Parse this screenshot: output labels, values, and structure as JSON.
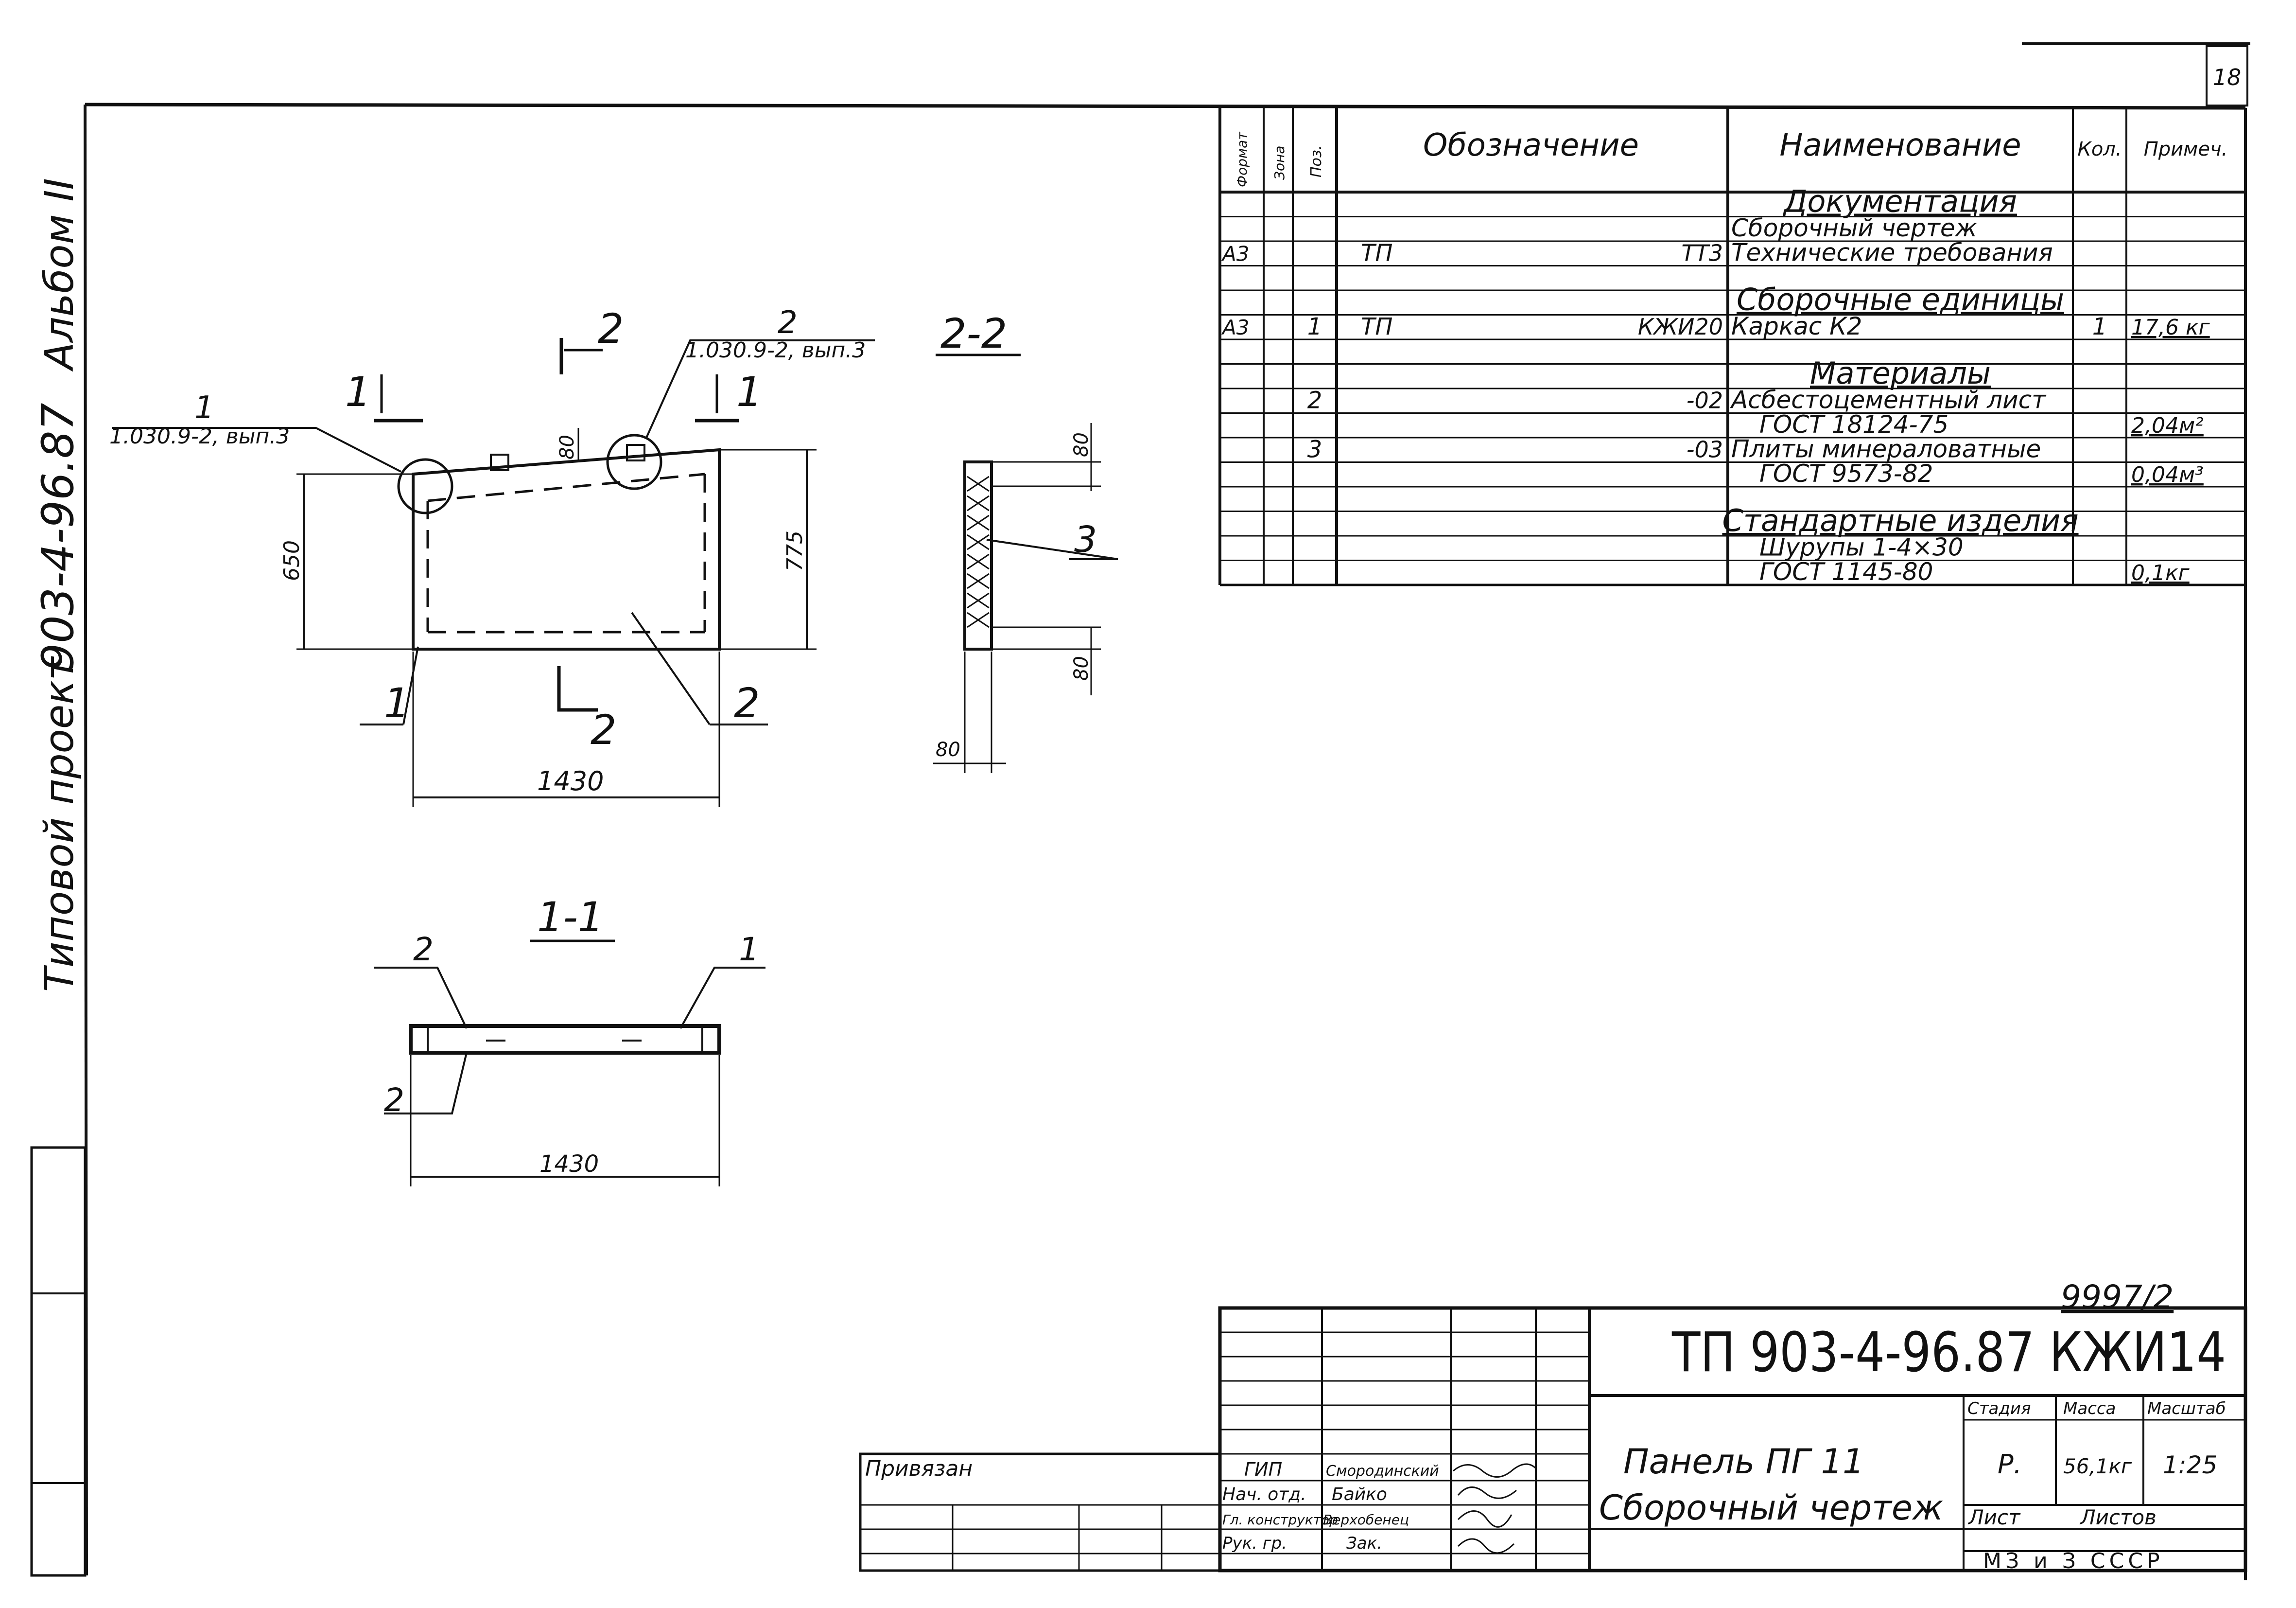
{
  "sheet": {
    "page_number": "18",
    "side_stamp": [
      "Альбом II",
      "903-4-96.87",
      "Типовой проект"
    ],
    "archive_number": "9997/2"
  },
  "drawing": {
    "section_2_2_title": "2-2",
    "section_1_1_title": "1-1",
    "cut_marker_1": "1",
    "cut_marker_2": "2",
    "callout_1_number": "1",
    "callout_1_ref": "1.030.9-2, вып.3",
    "callout_2_number": "2",
    "callout_2_ref": "1.030.9-2, вып.3",
    "pos_1": "1",
    "pos_2": "2",
    "pos_3": "3",
    "dim_650": "650",
    "dim_775": "775",
    "dim_80": "80",
    "dim_1430": "1430"
  },
  "spec_table": {
    "headers": [
      "Формат",
      "Зона",
      "Поз.",
      "Обозначение",
      "Наименование",
      "Кол.",
      "Примеч."
    ],
    "rows": [
      {
        "format": "",
        "zone": "",
        "pos": "",
        "code": "",
        "code_suffix": "",
        "name": "Документация",
        "qty": "",
        "note": "",
        "section": true
      },
      {
        "format": "",
        "zone": "",
        "pos": "",
        "code": "",
        "code_suffix": "",
        "name": "Сборочный чертеж",
        "qty": "",
        "note": ""
      },
      {
        "format": "А3",
        "zone": "",
        "pos": "",
        "code": "ТП",
        "code_suffix": "ТТ3",
        "name": "Технические требования",
        "qty": "",
        "note": ""
      },
      {
        "format": "",
        "zone": "",
        "pos": "",
        "code": "",
        "code_suffix": "",
        "name": "",
        "qty": "",
        "note": ""
      },
      {
        "format": "",
        "zone": "",
        "pos": "",
        "code": "",
        "code_suffix": "",
        "name": "Сборочные единицы",
        "qty": "",
        "note": "",
        "section": true
      },
      {
        "format": "А3",
        "zone": "",
        "pos": "1",
        "code": "ТП",
        "code_suffix": "КЖИ20",
        "name": "Каркас К2",
        "qty": "1",
        "note": "17,6 кг"
      },
      {
        "format": "",
        "zone": "",
        "pos": "",
        "code": "",
        "code_suffix": "",
        "name": "",
        "qty": "",
        "note": ""
      },
      {
        "format": "",
        "zone": "",
        "pos": "",
        "code": "",
        "code_suffix": "",
        "name": "Материалы",
        "qty": "",
        "note": "",
        "section": true
      },
      {
        "format": "",
        "zone": "",
        "pos": "2",
        "code": "",
        "code_suffix": "-02",
        "name": "Асбестоцементный лист",
        "qty": "",
        "note": ""
      },
      {
        "format": "",
        "zone": "",
        "pos": "",
        "code": "",
        "code_suffix": "",
        "name": "ГОСТ 18124-75",
        "qty": "",
        "note": "2,04м²",
        "indent": true
      },
      {
        "format": "",
        "zone": "",
        "pos": "3",
        "code": "",
        "code_suffix": "-03",
        "name": "Плиты минераловатные",
        "qty": "",
        "note": ""
      },
      {
        "format": "",
        "zone": "",
        "pos": "",
        "code": "",
        "code_suffix": "",
        "name": "ГОСТ 9573-82",
        "qty": "",
        "note": "0,04м³",
        "indent": true
      },
      {
        "format": "",
        "zone": "",
        "pos": "",
        "code": "",
        "code_suffix": "",
        "name": "",
        "qty": "",
        "note": ""
      },
      {
        "format": "",
        "zone": "",
        "pos": "",
        "code": "",
        "code_suffix": "",
        "name": "Стандартные изделия",
        "qty": "",
        "note": "",
        "section": true
      },
      {
        "format": "",
        "zone": "",
        "pos": "",
        "code": "",
        "code_suffix": "",
        "name": "Шурупы 1-4×30",
        "qty": "",
        "note": "",
        "indent": true
      },
      {
        "format": "",
        "zone": "",
        "pos": "",
        "code": "",
        "code_suffix": "",
        "name": "ГОСТ 1145-80",
        "qty": "",
        "note": "0,1кг",
        "indent": true
      }
    ]
  },
  "title_block": {
    "doc_code": "ТП 903-4-96.87 КЖИ14",
    "title_line1": "Панель ПГ 11",
    "title_line2": "Сборочный чертеж",
    "stage_label": "Стадия",
    "mass_label": "Масса",
    "scale_label": "Масштаб",
    "stage": "Р.",
    "mass": "56,1кг",
    "scale": "1:25",
    "sheet_label": "Лист",
    "sheets_label": "Листов",
    "organization": "МЗ и З СССР",
    "attached_label": "Привязан",
    "signers": [
      {
        "role": "ГИП",
        "name": "Смородинский"
      },
      {
        "role": "Нач. отд.",
        "name": "Байко"
      },
      {
        "role": "Гл. конструктор",
        "name": "Верхобенец"
      },
      {
        "role": "Рук. гр.",
        "name": "Зак."
      }
    ]
  }
}
